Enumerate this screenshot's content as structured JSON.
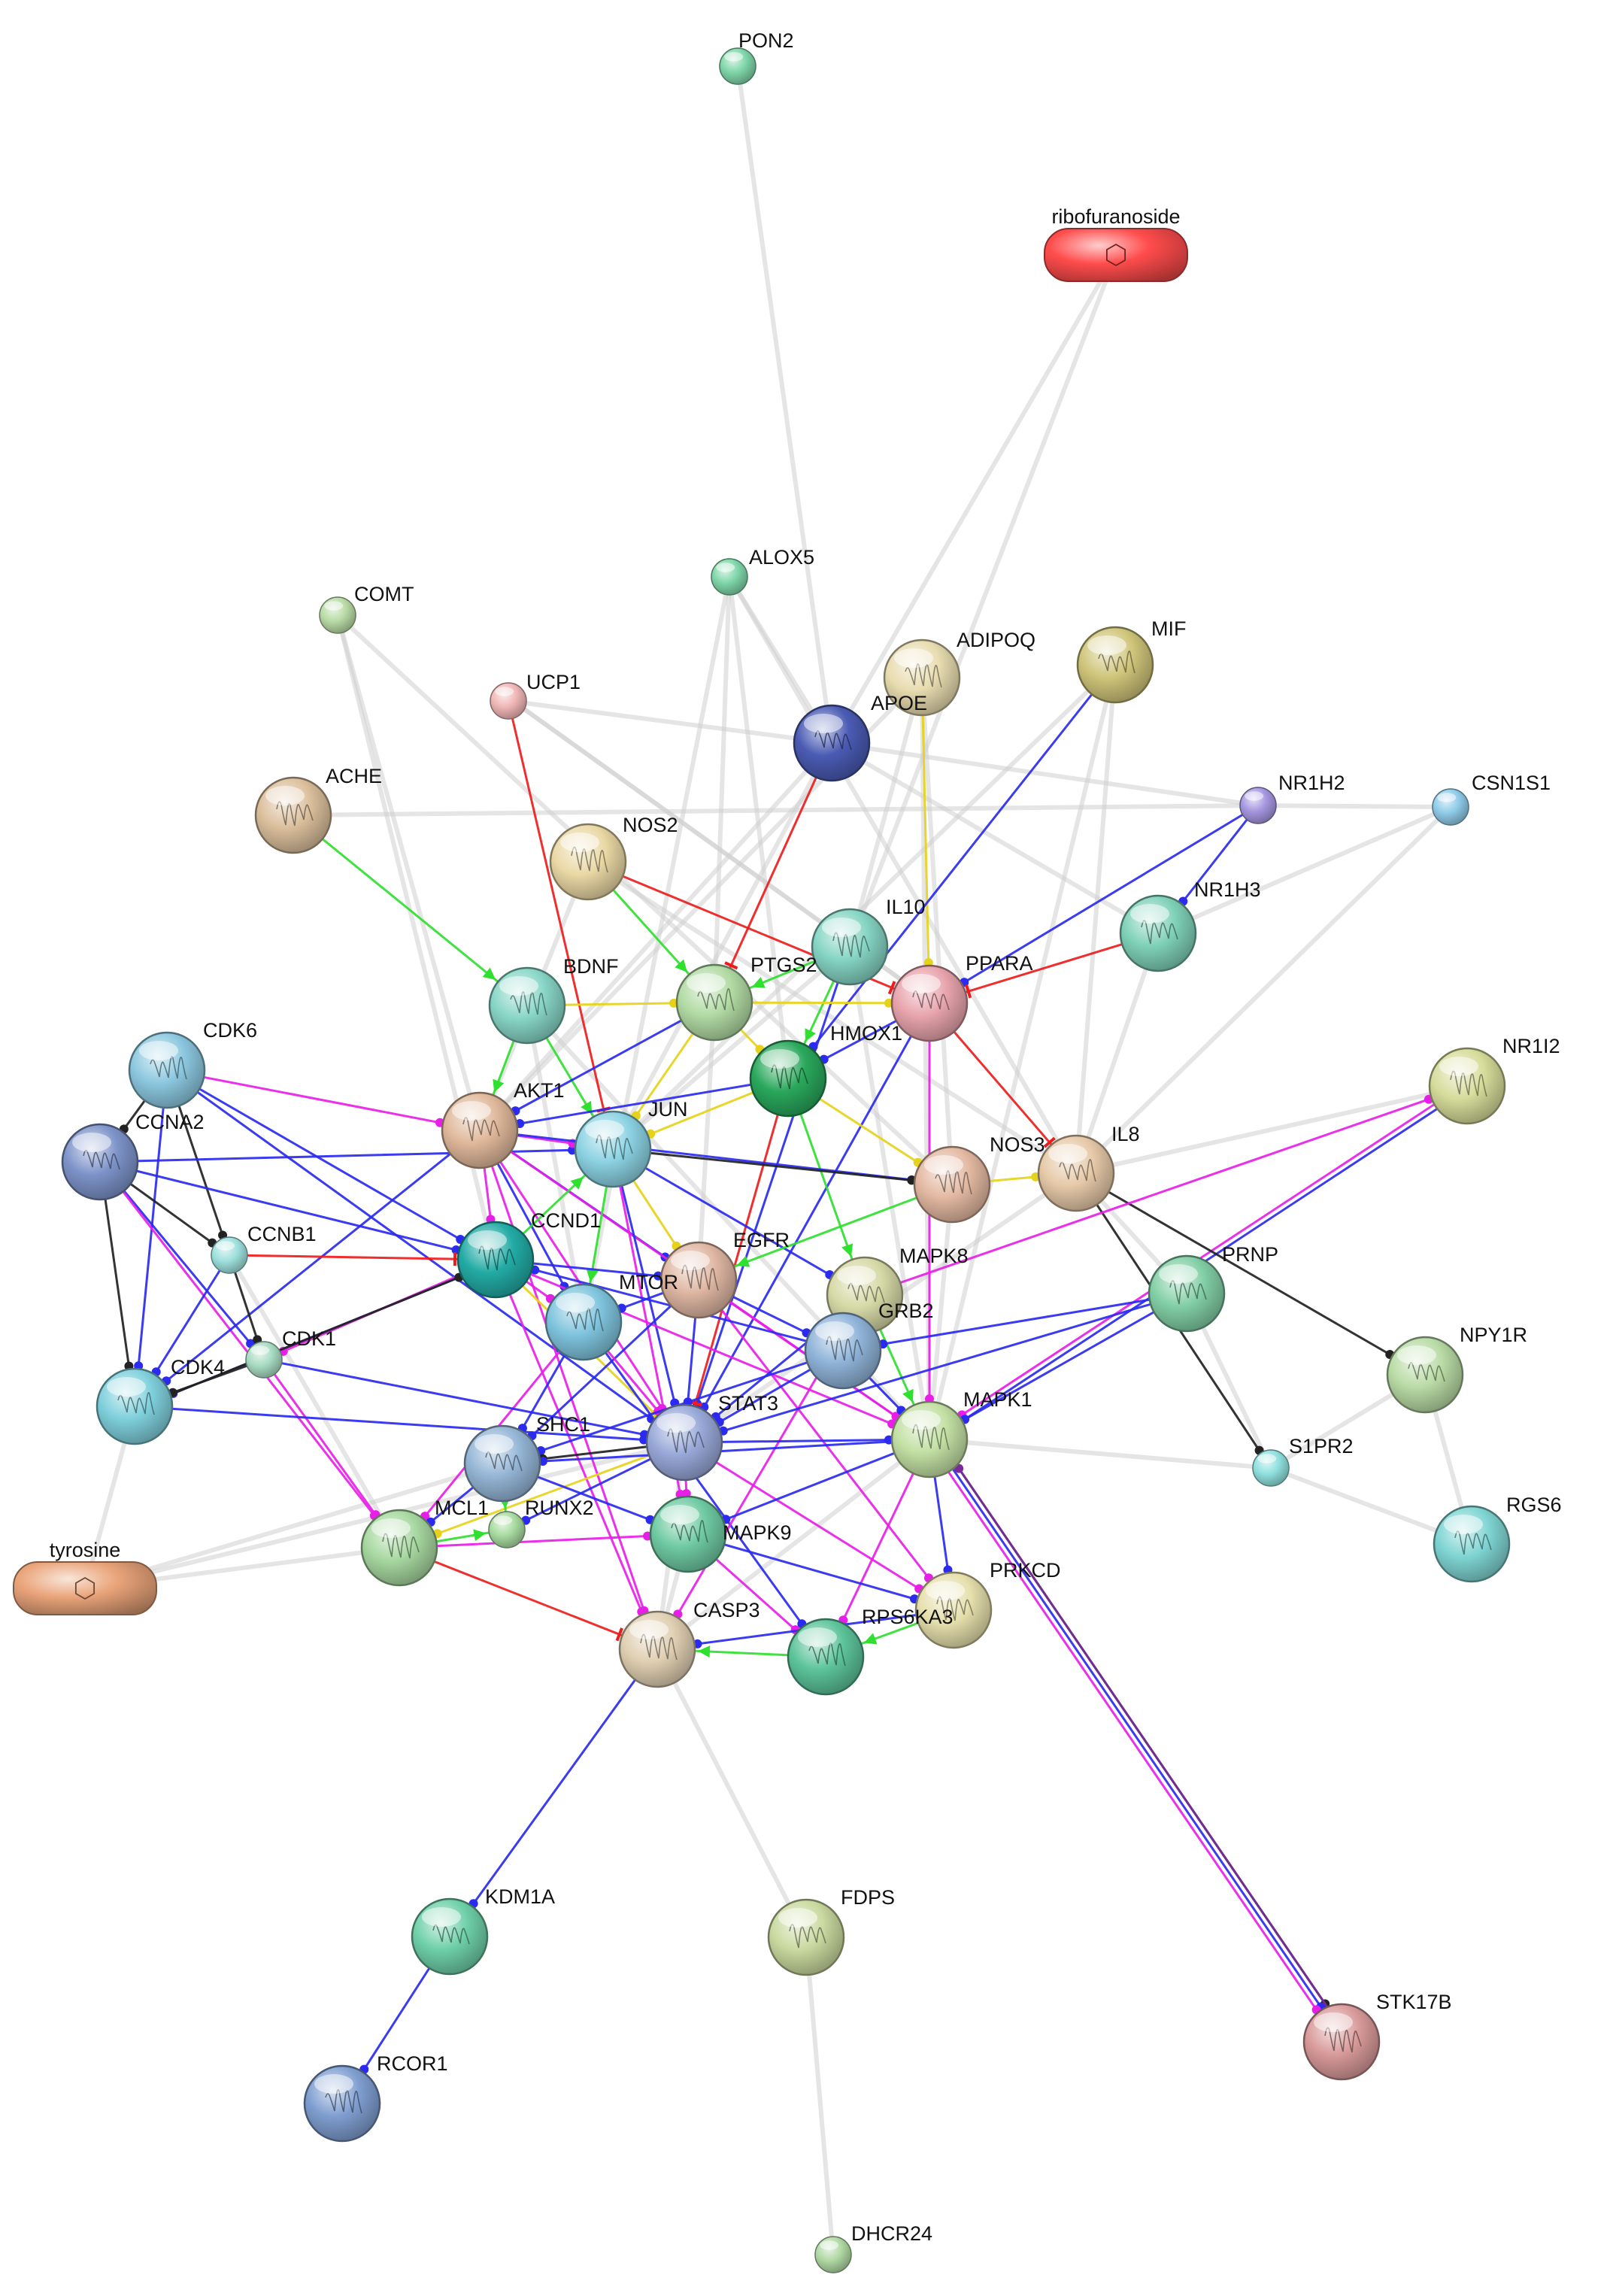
{
  "network": {
    "nodes": [
      {
        "id": "PON2",
        "label": "PON2",
        "kind": "small",
        "color": "#7fd6a9"
      },
      {
        "id": "ribofuranoside",
        "label": "ribofuranoside",
        "kind": "compound",
        "color": "#ff4c4c"
      },
      {
        "id": "ALOX5",
        "label": "ALOX5",
        "kind": "small",
        "color": "#7fd6a9"
      },
      {
        "id": "COMT",
        "label": "COMT",
        "kind": "small",
        "color": "#b9dba5"
      },
      {
        "id": "UCP1",
        "label": "UCP1",
        "kind": "small",
        "color": "#f0b6b6"
      },
      {
        "id": "ADIPOQ",
        "label": "ADIPOQ",
        "kind": "large",
        "color": "#e8dcb0"
      },
      {
        "id": "MIF",
        "label": "MIF",
        "kind": "large",
        "color": "#cfc57a"
      },
      {
        "id": "APOE",
        "label": "APOE",
        "kind": "large",
        "color": "#4a5bb3"
      },
      {
        "id": "ACHE",
        "label": "ACHE",
        "kind": "large",
        "color": "#dbbf9c"
      },
      {
        "id": "NOS2",
        "label": "NOS2",
        "kind": "large",
        "color": "#ead8a5"
      },
      {
        "id": "NR1H2",
        "label": "NR1H2",
        "kind": "small",
        "color": "#a596e0"
      },
      {
        "id": "CSN1S1",
        "label": "CSN1S1",
        "kind": "small",
        "color": "#8fcbe8"
      },
      {
        "id": "NR1H3",
        "label": "NR1H3",
        "kind": "large",
        "color": "#7fd1b8"
      },
      {
        "id": "IL10",
        "label": "IL10",
        "kind": "large",
        "color": "#86d5c4"
      },
      {
        "id": "BDNF",
        "label": "BDNF",
        "kind": "large",
        "color": "#88d6c7"
      },
      {
        "id": "PTGS2",
        "label": "PTGS2",
        "kind": "large",
        "color": "#b2dba4"
      },
      {
        "id": "PPARA",
        "label": "PPARA",
        "kind": "large",
        "color": "#e8a4ad"
      },
      {
        "id": "HMOX1",
        "label": "HMOX1",
        "kind": "large",
        "color": "#2aa85c"
      },
      {
        "id": "NR1I2",
        "label": "NR1I2",
        "kind": "large",
        "color": "#d6dc9a"
      },
      {
        "id": "CDK6",
        "label": "CDK6",
        "kind": "large",
        "color": "#8cc8e0"
      },
      {
        "id": "CCNA2",
        "label": "CCNA2",
        "kind": "large",
        "color": "#7d93c9"
      },
      {
        "id": "AKT1",
        "label": "AKT1",
        "kind": "large",
        "color": "#e0b89b"
      },
      {
        "id": "JUN",
        "label": "JUN",
        "kind": "large",
        "color": "#8cd3e3"
      },
      {
        "id": "NOS3",
        "label": "NOS3",
        "kind": "large",
        "color": "#e3b9a2"
      },
      {
        "id": "IL8",
        "label": "IL8",
        "kind": "large",
        "color": "#e6c9a8"
      },
      {
        "id": "CCNB1",
        "label": "CCNB1",
        "kind": "small",
        "color": "#9ee0dd"
      },
      {
        "id": "CCND1",
        "label": "CCND1",
        "kind": "large",
        "color": "#23aba5"
      },
      {
        "id": "EGFR",
        "label": "EGFR",
        "kind": "large",
        "color": "#dfb7a3"
      },
      {
        "id": "MTOR",
        "label": "MTOR",
        "kind": "large",
        "color": "#7fc4dd"
      },
      {
        "id": "MAPK8",
        "label": "MAPK8",
        "kind": "large",
        "color": "#d6d9a6"
      },
      {
        "id": "PRNP",
        "label": "PRNP",
        "kind": "large",
        "color": "#82cfa6"
      },
      {
        "id": "GRB2",
        "label": "GRB2",
        "kind": "large",
        "color": "#8fb3d8"
      },
      {
        "id": "CDK1",
        "label": "CDK1",
        "kind": "small",
        "color": "#a8dbc2"
      },
      {
        "id": "CDK4",
        "label": "CDK4",
        "kind": "large",
        "color": "#7fd0dc"
      },
      {
        "id": "NPY1R",
        "label": "NPY1R",
        "kind": "large",
        "color": "#b9dba5"
      },
      {
        "id": "STAT3",
        "label": "STAT3",
        "kind": "large",
        "color": "#98a8d8"
      },
      {
        "id": "MAPK1",
        "label": "MAPK1",
        "kind": "large",
        "color": "#c3e0a4"
      },
      {
        "id": "S1PR2",
        "label": "S1PR2",
        "kind": "small",
        "color": "#8fe0df"
      },
      {
        "id": "SHC1",
        "label": "SHC1",
        "kind": "large",
        "color": "#95b6d6"
      },
      {
        "id": "RGS6",
        "label": "RGS6",
        "kind": "large",
        "color": "#7fd5d3"
      },
      {
        "id": "MCL1",
        "label": "MCL1",
        "kind": "large",
        "color": "#a7d8a0"
      },
      {
        "id": "RUNX2",
        "label": "RUNX2",
        "kind": "small",
        "color": "#a8dba0"
      },
      {
        "id": "MAPK9",
        "label": "MAPK9",
        "kind": "large",
        "color": "#6fcaa3"
      },
      {
        "id": "tyrosine",
        "label": "tyrosine",
        "kind": "compound",
        "color": "#eaa47a"
      },
      {
        "id": "PRKCD",
        "label": "PRKCD",
        "kind": "large",
        "color": "#e6e0ad"
      },
      {
        "id": "CASP3",
        "label": "CASP3",
        "kind": "large",
        "color": "#e0cfb2"
      },
      {
        "id": "RPS6KA3",
        "label": "RPS6KA3",
        "kind": "large",
        "color": "#5cc49a"
      },
      {
        "id": "KDM1A",
        "label": "KDM1A",
        "kind": "large",
        "color": "#6fd0a9"
      },
      {
        "id": "FDPS",
        "label": "FDPS",
        "kind": "large",
        "color": "#c9d99f"
      },
      {
        "id": "STK17B",
        "label": "STK17B",
        "kind": "large",
        "color": "#d99a9a"
      },
      {
        "id": "RCOR1",
        "label": "RCOR1",
        "kind": "large",
        "color": "#7f9ed0"
      },
      {
        "id": "DHCR24",
        "label": "DHCR24",
        "kind": "small",
        "color": "#b0d9a4"
      }
    ],
    "edge_colors": {
      "binding": "#2a2af0",
      "activation": "#2fe02f",
      "inhibition": "#ee1c1c",
      "phenotype": "#e81ee8",
      "expression": "#e6d21a",
      "catalysis": "#222222",
      "ptm": "#7a2a9a",
      "association": "#cfcfcf"
    },
    "edges": [
      [
        "PON2",
        "APOE",
        "association"
      ],
      [
        "ribofuranoside",
        "APOE",
        "association"
      ],
      [
        "ribofuranoside",
        "IL10",
        "association"
      ],
      [
        "ALOX5",
        "PTGS2",
        "association"
      ],
      [
        "ALOX5",
        "APOE",
        "association"
      ],
      [
        "ALOX5",
        "MTOR",
        "association"
      ],
      [
        "ALOX5",
        "HMOX1",
        "association"
      ],
      [
        "ALOX5",
        "IL8",
        "association"
      ],
      [
        "COMT",
        "AKT1",
        "association"
      ],
      [
        "COMT",
        "NOS3",
        "association"
      ],
      [
        "COMT",
        "CCND1",
        "association"
      ],
      [
        "UCP1",
        "APOE",
        "association"
      ],
      [
        "UCP1",
        "PPARA",
        "association"
      ],
      [
        "UCP1",
        "JUN",
        "inhibition"
      ],
      [
        "PPARA",
        "UCP1",
        "association"
      ],
      [
        "ADIPOQ",
        "AKT1",
        "association"
      ],
      [
        "ADIPOQ",
        "PPARA",
        "expression"
      ],
      [
        "ADIPOQ",
        "NOS3",
        "association"
      ],
      [
        "ADIPOQ",
        "MAPK1",
        "association"
      ],
      [
        "ADIPOQ",
        "IL10",
        "association"
      ],
      [
        "MIF",
        "HMOX1",
        "binding"
      ],
      [
        "MIF",
        "MAPK1",
        "association"
      ],
      [
        "MIF",
        "JUN",
        "association"
      ],
      [
        "MIF",
        "IL8",
        "association"
      ],
      [
        "APOE",
        "PTGS2",
        "inhibition"
      ],
      [
        "APOE",
        "NR1H3",
        "association"
      ],
      [
        "APOE",
        "NR1H2",
        "association"
      ],
      [
        "APOE",
        "AKT1",
        "association"
      ],
      [
        "APOE",
        "JUN",
        "association"
      ],
      [
        "ACHE",
        "BDNF",
        "activation"
      ],
      [
        "ACHE",
        "NR1H2",
        "association"
      ],
      [
        "NOS2",
        "PPARA",
        "inhibition"
      ],
      [
        "NOS2",
        "PTGS2",
        "activation"
      ],
      [
        "NOS2",
        "AKT1",
        "association"
      ],
      [
        "NOS2",
        "IL8",
        "association"
      ],
      [
        "NR1H2",
        "PPARA",
        "binding"
      ],
      [
        "NR1H2",
        "NR1H3",
        "binding"
      ],
      [
        "NR1H2",
        "CSN1S1",
        "association"
      ],
      [
        "CSN1S1",
        "IL8",
        "association"
      ],
      [
        "CSN1S1",
        "NR1H3",
        "association"
      ],
      [
        "NR1H3",
        "PPARA",
        "inhibition"
      ],
      [
        "NR1H3",
        "IL8",
        "association"
      ],
      [
        "IL10",
        "PTGS2",
        "activation"
      ],
      [
        "IL10",
        "HMOX1",
        "activation"
      ],
      [
        "IL10",
        "STAT3",
        "binding"
      ],
      [
        "IL10",
        "JUN",
        "association"
      ],
      [
        "IL10",
        "MAPK1",
        "association"
      ],
      [
        "BDNF",
        "AKT1",
        "activation"
      ],
      [
        "BDNF",
        "JUN",
        "activation"
      ],
      [
        "BDNF",
        "PTGS2",
        "expression"
      ],
      [
        "BDNF",
        "MTOR",
        "association"
      ],
      [
        "BDNF",
        "MAPK1",
        "association"
      ],
      [
        "PTGS2",
        "JUN",
        "expression"
      ],
      [
        "PTGS2",
        "HMOX1",
        "expression"
      ],
      [
        "PTGS2",
        "AKT1",
        "binding"
      ],
      [
        "PTGS2",
        "EGFR",
        "association"
      ],
      [
        "PTGS2",
        "PPARA",
        "expression"
      ],
      [
        "PPARA",
        "HMOX1",
        "binding"
      ],
      [
        "PPARA",
        "IL8",
        "inhibition"
      ],
      [
        "PPARA",
        "STAT3",
        "binding"
      ],
      [
        "PPARA",
        "MAPK1",
        "phenotype"
      ],
      [
        "HMOX1",
        "JUN",
        "expression"
      ],
      [
        "HMOX1",
        "AKT1",
        "binding"
      ],
      [
        "HMOX1",
        "STAT3",
        "inhibition"
      ],
      [
        "HMOX1",
        "NOS3",
        "expression"
      ],
      [
        "HMOX1",
        "MAPK8",
        "activation"
      ],
      [
        "NR1I2",
        "IL8",
        "association"
      ],
      [
        "NR1I2",
        "MAPK1",
        "binding"
      ],
      [
        "NR1I2",
        "MAPK1",
        "phenotype"
      ],
      [
        "CDK6",
        "CCNA2",
        "catalysis"
      ],
      [
        "CDK6",
        "CCND1",
        "binding"
      ],
      [
        "CDK6",
        "AKT1",
        "phenotype"
      ],
      [
        "CDK6",
        "CDK4",
        "binding"
      ],
      [
        "CDK6",
        "STAT3",
        "binding"
      ],
      [
        "CDK6",
        "CCNB1",
        "catalysis"
      ],
      [
        "CCNA2",
        "CDK4",
        "catalysis"
      ],
      [
        "CCNA2",
        "CDK1",
        "binding"
      ],
      [
        "CCNA2",
        "CCNB1",
        "catalysis"
      ],
      [
        "CCNA2",
        "JUN",
        "binding"
      ],
      [
        "CCNA2",
        "CCND1",
        "binding"
      ],
      [
        "CCNA2",
        "MCL1",
        "phenotype"
      ],
      [
        "AKT1",
        "JUN",
        "phenotype"
      ],
      [
        "AKT1",
        "MTOR",
        "binding"
      ],
      [
        "AKT1",
        "STAT3",
        "phenotype"
      ],
      [
        "AKT1",
        "NOS3",
        "binding"
      ],
      [
        "AKT1",
        "CCND1",
        "phenotype"
      ],
      [
        "AKT1",
        "EGFR",
        "binding"
      ],
      [
        "AKT1",
        "CDK4",
        "binding"
      ],
      [
        "AKT1",
        "MAPK1",
        "phenotype"
      ],
      [
        "AKT1",
        "CASP3",
        "phenotype"
      ],
      [
        "JUN",
        "MAPK8",
        "binding"
      ],
      [
        "JUN",
        "NOS3",
        "catalysis"
      ],
      [
        "JUN",
        "STAT3",
        "binding"
      ],
      [
        "JUN",
        "MAPK9",
        "phenotype"
      ],
      [
        "JUN",
        "EGFR",
        "expression"
      ],
      [
        "JUN",
        "MTOR",
        "activation"
      ],
      [
        "NOS3",
        "IL8",
        "expression"
      ],
      [
        "NOS3",
        "MAPK1",
        "association"
      ],
      [
        "NOS3",
        "EGFR",
        "activation"
      ],
      [
        "IL8",
        "NPY1R",
        "catalysis"
      ],
      [
        "IL8",
        "S1PR2",
        "catalysis"
      ],
      [
        "IL8",
        "PRNP",
        "association"
      ],
      [
        "IL8",
        "STAT3",
        "association"
      ],
      [
        "CCNB1",
        "CDK1",
        "catalysis"
      ],
      [
        "CCNB1",
        "CDK4",
        "binding"
      ],
      [
        "CCNB1",
        "CCND1",
        "inhibition"
      ],
      [
        "CCNB1",
        "MCL1",
        "association"
      ],
      [
        "CCND1",
        "CDK4",
        "binding"
      ],
      [
        "CCND1",
        "CDK1",
        "phenotype"
      ],
      [
        "CCND1",
        "STAT3",
        "expression"
      ],
      [
        "CCND1",
        "MTOR",
        "phenotype"
      ],
      [
        "CCND1",
        "EGFR",
        "binding"
      ],
      [
        "CCND1",
        "MAPK1",
        "phenotype"
      ],
      [
        "CCND1",
        "JUN",
        "activation"
      ],
      [
        "CCND1",
        "CASP3",
        "phenotype"
      ],
      [
        "EGFR",
        "STAT3",
        "binding"
      ],
      [
        "EGFR",
        "GRB2",
        "binding"
      ],
      [
        "EGFR",
        "SHC1",
        "binding"
      ],
      [
        "EGFR",
        "MAPK1",
        "phenotype"
      ],
      [
        "EGFR",
        "MTOR",
        "binding"
      ],
      [
        "EGFR",
        "PRKCD",
        "phenotype"
      ],
      [
        "MTOR",
        "STAT3",
        "phenotype"
      ],
      [
        "MTOR",
        "RPS6KA3",
        "binding"
      ],
      [
        "MTOR",
        "MCL1",
        "phenotype"
      ],
      [
        "MTOR",
        "SHC1",
        "binding"
      ],
      [
        "MAPK8",
        "MAPK1",
        "activation"
      ],
      [
        "MAPK8",
        "STAT3",
        "binding"
      ],
      [
        "MAPK8",
        "GRB2",
        "association"
      ],
      [
        "MAPK8",
        "NR1I2",
        "phenotype"
      ],
      [
        "MAPK8",
        "CASP3",
        "phenotype"
      ],
      [
        "PRNP",
        "STAT3",
        "binding"
      ],
      [
        "PRNP",
        "MAPK1",
        "binding"
      ],
      [
        "PRNP",
        "S1PR2",
        "association"
      ],
      [
        "PRNP",
        "GRB2",
        "binding"
      ],
      [
        "GRB2",
        "SHC1",
        "binding"
      ],
      [
        "GRB2",
        "MAPK1",
        "binding"
      ],
      [
        "GRB2",
        "STAT3",
        "binding"
      ],
      [
        "GRB2",
        "CCND1",
        "binding"
      ],
      [
        "CDK1",
        "CDK4",
        "catalysis"
      ],
      [
        "CDK1",
        "STAT3",
        "binding"
      ],
      [
        "CDK1",
        "MCL1",
        "phenotype"
      ],
      [
        "CDK4",
        "STAT3",
        "binding"
      ],
      [
        "CDK4",
        "CCND1",
        "catalysis"
      ],
      [
        "NPY1R",
        "S1PR2",
        "association"
      ],
      [
        "NPY1R",
        "RGS6",
        "association"
      ],
      [
        "S1PR2",
        "MAPK1",
        "association"
      ],
      [
        "S1PR2",
        "RGS6",
        "association"
      ],
      [
        "STAT3",
        "MAPK1",
        "binding"
      ],
      [
        "STAT3",
        "SHC1",
        "catalysis"
      ],
      [
        "STAT3",
        "MAPK9",
        "phenotype"
      ],
      [
        "STAT3",
        "MCL1",
        "expression"
      ],
      [
        "STAT3",
        "RUNX2",
        "binding"
      ],
      [
        "STAT3",
        "PRKCD",
        "phenotype"
      ],
      [
        "STAT3",
        "CASP3",
        "association"
      ],
      [
        "MAPK1",
        "RPS6KA3",
        "phenotype"
      ],
      [
        "MAPK1",
        "PRKCD",
        "binding"
      ],
      [
        "MAPK1",
        "STK17B",
        "catalysis"
      ],
      [
        "MAPK1",
        "STK17B",
        "binding"
      ],
      [
        "MAPK1",
        "STK17B",
        "phenotype"
      ],
      [
        "MAPK1",
        "MAPK9",
        "binding"
      ],
      [
        "MAPK1",
        "SHC1",
        "binding"
      ],
      [
        "MAPK1",
        "CASP3",
        "association"
      ],
      [
        "SHC1",
        "MAPK9",
        "binding"
      ],
      [
        "SHC1",
        "MCL1",
        "binding"
      ],
      [
        "SHC1",
        "RUNX2",
        "activation"
      ],
      [
        "MCL1",
        "CASP3",
        "inhibition"
      ],
      [
        "MCL1",
        "RUNX2",
        "activation"
      ],
      [
        "MCL1",
        "MAPK9",
        "phenotype"
      ],
      [
        "MAPK9",
        "RPS6KA3",
        "phenotype"
      ],
      [
        "MAPK9",
        "CASP3",
        "association"
      ],
      [
        "MAPK9",
        "PRKCD",
        "binding"
      ],
      [
        "tyrosine",
        "CDK4",
        "association"
      ],
      [
        "tyrosine",
        "MCL1",
        "association"
      ],
      [
        "tyrosine",
        "STAT3",
        "association"
      ],
      [
        "tyrosine",
        "SHC1",
        "association"
      ],
      [
        "PRKCD",
        "CASP3",
        "binding"
      ],
      [
        "PRKCD",
        "RPS6KA3",
        "activation"
      ],
      [
        "RPS6KA3",
        "CASP3",
        "activation"
      ],
      [
        "CASP3",
        "KDM1A",
        "binding"
      ],
      [
        "CASP3",
        "FDPS",
        "association"
      ],
      [
        "KDM1A",
        "RCOR1",
        "binding"
      ],
      [
        "FDPS",
        "DHCR24",
        "association"
      ],
      [
        "STK17B",
        "MAPK1",
        "ptm"
      ]
    ]
  }
}
